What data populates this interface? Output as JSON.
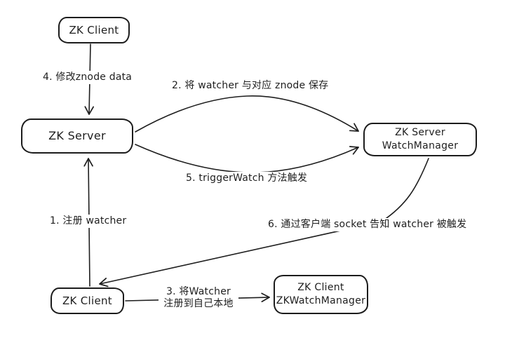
{
  "diagram": {
    "description": "ZooKeeper watcher mechanism flow diagram",
    "colors": {
      "stroke": "#1e1e1e",
      "background": "#ffffff"
    },
    "nodes": [
      {
        "id": "zk-client-top",
        "lines": [
          "ZK Client"
        ]
      },
      {
        "id": "zk-server",
        "lines": [
          "ZK Server"
        ]
      },
      {
        "id": "zk-server-watchmanager",
        "lines": [
          "ZK Server",
          "WatchManager"
        ]
      },
      {
        "id": "zk-client-bottom",
        "lines": [
          "ZK Client"
        ]
      },
      {
        "id": "zk-client-zkwatchmanager",
        "lines": [
          "ZK Client",
          "ZKWatchManager"
        ]
      }
    ],
    "edges": [
      {
        "id": "1",
        "from": "zk-client-bottom",
        "to": "zk-server",
        "lines": [
          "1. 注册 watcher"
        ]
      },
      {
        "id": "2",
        "from": "zk-server",
        "to": "zk-server-watchmanager",
        "lines": [
          "2. 将 watcher 与对应 znode 保存"
        ]
      },
      {
        "id": "3",
        "from": "zk-client-bottom",
        "to": "zk-client-zkwatchmanager",
        "lines": [
          "3. 将Watcher",
          "注册到自己本地"
        ]
      },
      {
        "id": "4",
        "from": "zk-client-top",
        "to": "zk-server",
        "lines": [
          "4. 修改znode data"
        ]
      },
      {
        "id": "5",
        "from": "zk-server",
        "to": "zk-server-watchmanager",
        "lines": [
          "5. triggerWatch 方法触发"
        ]
      },
      {
        "id": "6",
        "from": "zk-server-watchmanager",
        "to": "zk-client-bottom",
        "lines": [
          "6. 通过客户端 socket 告知 watcher 被触发"
        ]
      }
    ]
  }
}
